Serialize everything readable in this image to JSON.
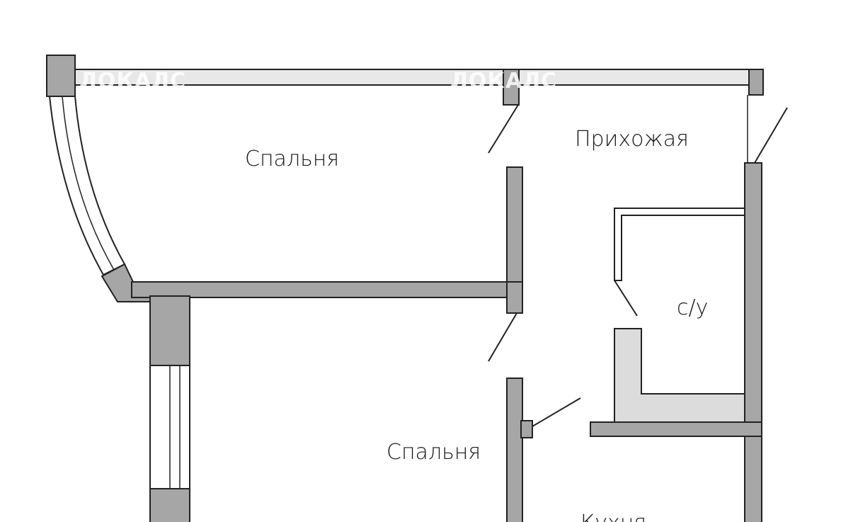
{
  "rooms": {
    "bedroom_top": "Спальня",
    "hallway": "Прихожая",
    "bathroom": "с/у",
    "bedroom_bottom": "Спальня",
    "kitchen": "Кухня"
  },
  "watermark": "ЛОКАЛС",
  "colors": {
    "wall": "#a6a6a6",
    "partition": "#dcdcdc",
    "background": "#ffffff",
    "stroke": "#222222"
  }
}
